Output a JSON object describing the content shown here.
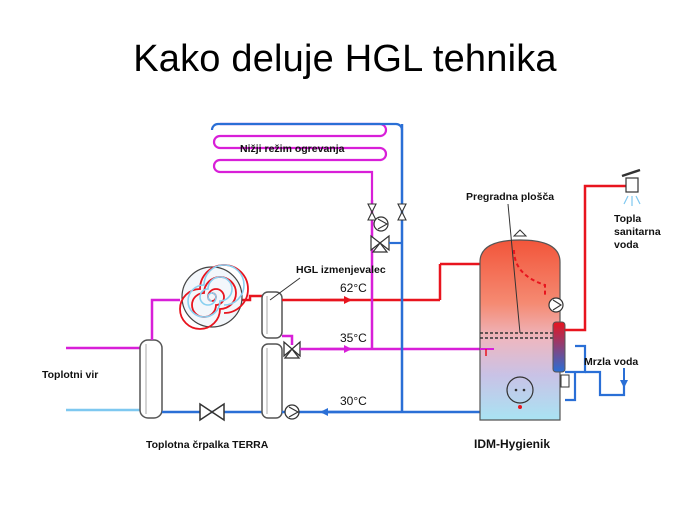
{
  "title": "Kako deluje HGL tehnika",
  "labels": {
    "lower_heating_mode": "Nižji režim ogrevanja",
    "separation_plate": "Pregradna plošča",
    "hot_water_line1": "Topla",
    "hot_water_line2": "sanitarna",
    "hot_water_line3": "voda",
    "hgl_exchanger": "HGL izmenjevalec",
    "heat_source": "Toplotni vir",
    "cold_water": "Mrzla voda",
    "heat_pump": "Toplotna črpalka TERRA",
    "tank": "IDM-Hygienik"
  },
  "temperatures": {
    "t_hot": "62°C",
    "t_mid": "35°C",
    "t_cold": "30°C"
  },
  "colors": {
    "hot_line": "#e8141e",
    "warm_line": "#d81fd8",
    "cold_line": "#2a6fd6",
    "light_line": "#7ec8f0"
  }
}
